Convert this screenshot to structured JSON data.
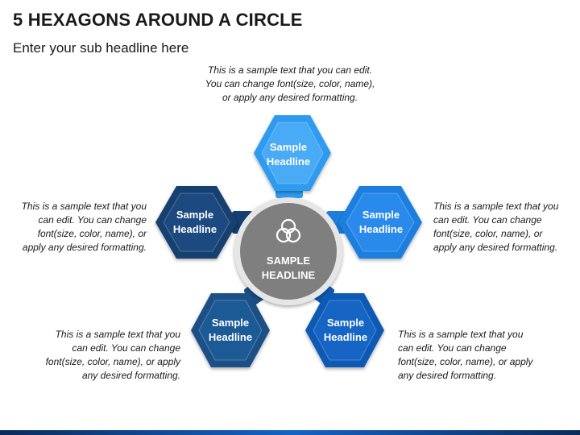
{
  "title": "5 HEXAGONS AROUND A CIRCLE",
  "subtitle": "Enter your sub headline here",
  "center": {
    "line1": "SAMPLE",
    "line2": "HEADLINE",
    "icon": "venn-circles-icon",
    "color": "#7f7f7f"
  },
  "hexagons": [
    {
      "line1": "Sample",
      "line2": "Headline",
      "color": "#2e9bf0"
    },
    {
      "line1": "Sample",
      "line2": "Headline",
      "color": "#1f7fe0"
    },
    {
      "line1": "Sample",
      "line2": "Headline",
      "color": "#0f5ab4"
    },
    {
      "line1": "Sample",
      "line2": "Headline",
      "color": "#1a4f86"
    },
    {
      "line1": "Sample",
      "line2": "Headline",
      "color": "#143f70"
    }
  ],
  "notes": {
    "top": "This is a sample text that you can edit.\nYou can change font(size, color, name),\nor apply any desired formatting.",
    "left": "This is a sample text that you\ncan edit. You can change\nfont(size, color, name), or\napply any desired formatting.",
    "right": "This is a sample text that you\ncan edit. You can change\nfont(size, color, name), or\napply any desired formatting.",
    "bottom_left": "This is a sample text that you\ncan edit. You can change\nfont(size, color, name), or apply\nany desired formatting.",
    "bottom_right": "This is a sample text that you\ncan edit. You can change\nfont(size, color, name), or apply\nany desired formatting."
  }
}
